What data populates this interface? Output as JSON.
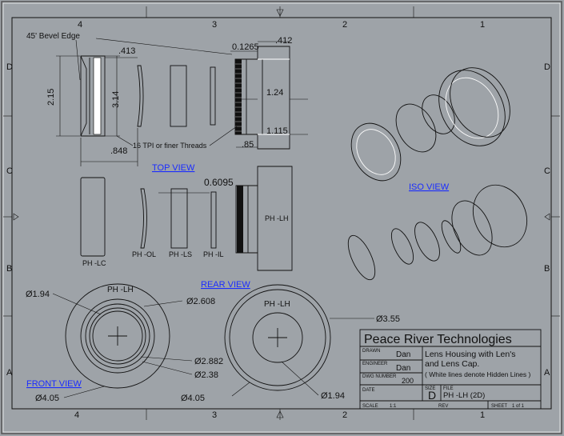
{
  "border": {
    "top_columns": [
      "4",
      "3",
      "2",
      "1"
    ],
    "bottom_columns": [
      "4",
      "3",
      "2",
      "1"
    ],
    "left_rows": [
      "D",
      "C",
      "B",
      "A"
    ],
    "right_rows": [
      "D",
      "C",
      "B",
      "A"
    ]
  },
  "views": {
    "top_view": "TOP VIEW",
    "iso_view": "ISO VIEW",
    "rear_view": "REAR VIEW",
    "front_view": "FRONT VIEW"
  },
  "annotations": {
    "bevel": "45' Bevel Edge",
    "threads": "16 TPI or finer Threads"
  },
  "dimensions": {
    "d_413": ".413",
    "d_215": "2.15",
    "d_314": "3.14",
    "d_848": ".848",
    "d_01265": "0.1265",
    "d_412": ".412",
    "d_124": "1.24",
    "d_1115": "1.115",
    "d_85": ".85",
    "d_06095": "0.6095",
    "d_phi194_front": "Ø1.94",
    "d_phi2608": "Ø2.608",
    "d_phi2882": "Ø2.882",
    "d_phi238": "Ø2.38",
    "d_phi405_front": "Ø4.05",
    "d_phi355": "Ø3.55",
    "d_phi405_rear": "Ø4.05",
    "d_phi194_rear": "Ø1.94"
  },
  "parts": {
    "lc": "PH -LC",
    "ol": "PH -OL",
    "ls": "PH -LS",
    "il": "PH -IL",
    "lh": "PH -LH",
    "front_lh": "PH -LH",
    "rear_lh": "PH -LH"
  },
  "title_block": {
    "company": "Peace River Technologies",
    "drawn_label": "DRAWN",
    "drawn_value": "Dan",
    "engineer_label": "ENGINEER",
    "engineer_value": "Dan",
    "dwg_label": "DWG NUMBER",
    "dwg_value": "200",
    "date_label": "DATE",
    "title_line1": "Lens Housing with Len's",
    "title_line2": "and Lens Cap.",
    "title_line3": "( White lines denote Hidden Lines )",
    "size_label": "SIZE",
    "size_value": "D",
    "file_label": "FILE",
    "file_value": "PH -LH (2D)",
    "scale_label": "SCALE",
    "scale_value": "1:1",
    "rev_label": "REV",
    "sheet_label": "SHEET",
    "sheet_value": "1 of 1"
  },
  "colors": {
    "paper": "#9ea3a8",
    "ink": "#111111",
    "link": "#1a2cff",
    "hidden_lines": "#ffffff"
  }
}
